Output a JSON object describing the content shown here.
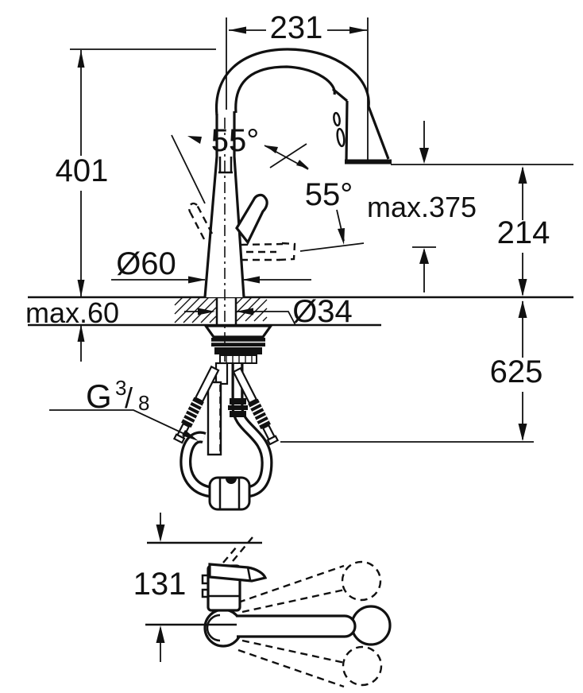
{
  "drawing": {
    "type": "technical-dimension-drawing",
    "subject": "pull-out kitchen faucet, side view with mounting parts and top view swivel range",
    "dimensions": {
      "spout_projection": "231",
      "total_height": "401",
      "handle_angle_left": "55°",
      "handle_angle_right": "55°",
      "max_spray_height": "max.375",
      "outlet_height": "214",
      "base_diameter": "Ø60",
      "max_deck_thickness": "max.60",
      "hole_diameter": "Ø34",
      "hose_drop": "625",
      "bottom_offset": "131",
      "thread_g": "G",
      "thread_numerator": "3",
      "thread_slash": "/",
      "thread_denominator": "8"
    }
  }
}
